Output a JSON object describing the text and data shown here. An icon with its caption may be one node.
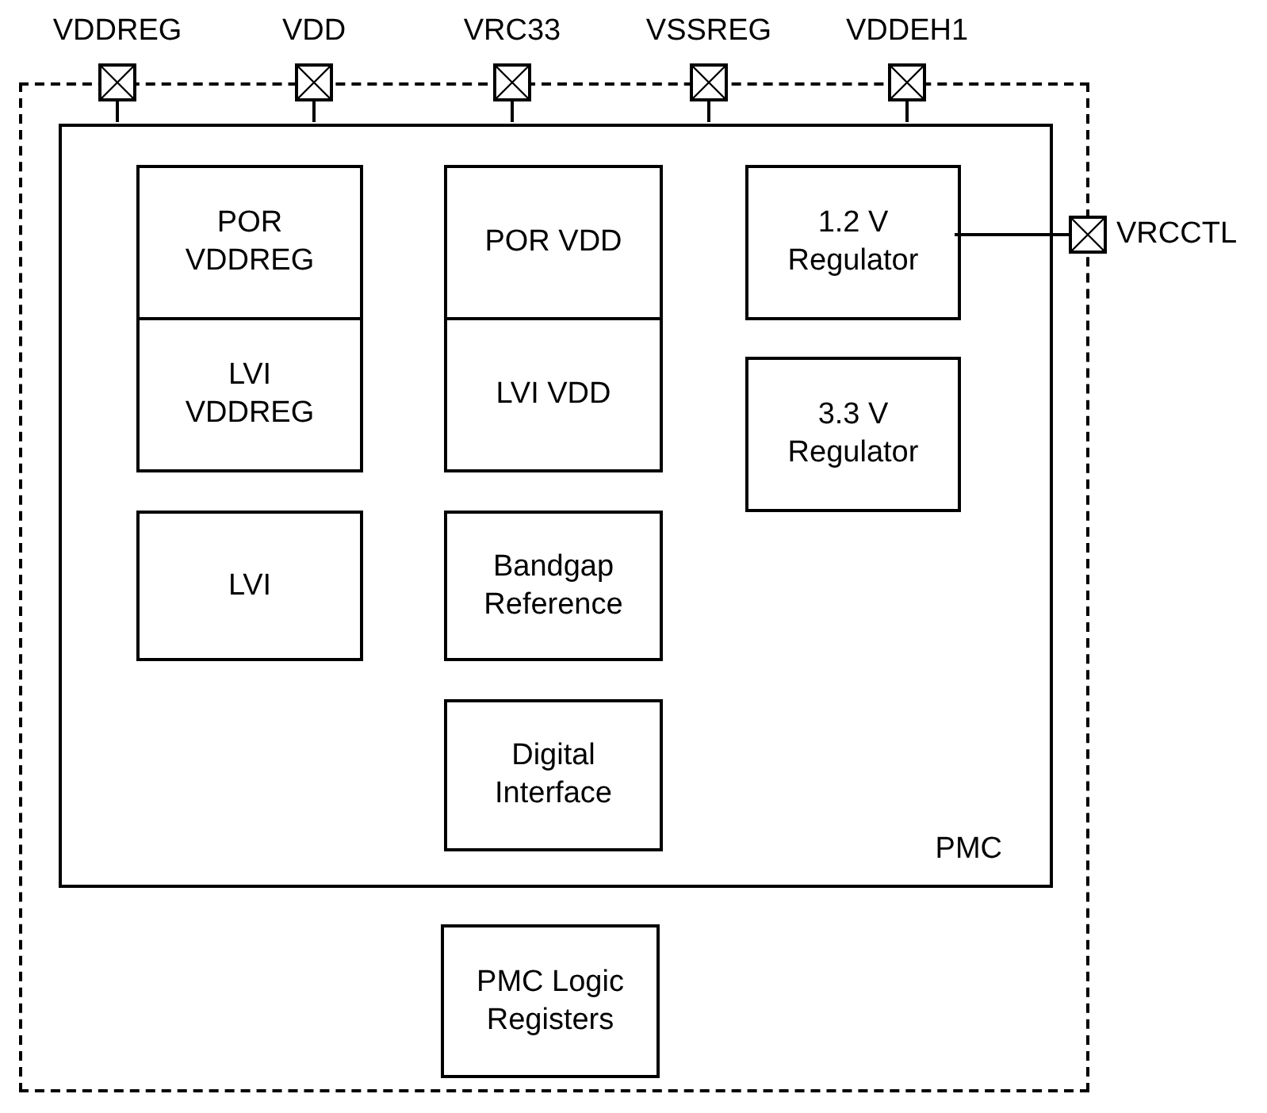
{
  "diagram": {
    "nodes": [
      {
        "text": [
          "VDDREG"
        ]
      },
      {
        "text": [
          "VDD"
        ]
      },
      {
        "text": [
          "VRC33"
        ]
      },
      {
        "text": [
          "VSSREG"
        ]
      },
      {
        "text": [
          "VDDEH1"
        ]
      },
      {
        "text": [],
        "shape": "box"
      },
      {
        "text": [
          "PMC"
        ],
        "in": 5
      },
      {
        "text": [
          "POR VDDREG"
        ],
        "in": 6
      },
      {
        "text": [
          "LVI VDDREG"
        ],
        "in": 6
      },
      {
        "text": [
          "LVI"
        ],
        "in": 6
      },
      {
        "text": [
          "POR VDD"
        ],
        "in": 6
      },
      {
        "text": [
          "LVI VDD"
        ],
        "in": 6
      },
      {
        "text": [
          "Bandgap Reference"
        ],
        "in": 6
      },
      {
        "text": [
          "Digital Interface"
        ],
        "in": 6
      },
      {
        "text": [
          "1.2 V Regulator"
        ],
        "in": 6
      },
      {
        "text": [
          "VRCCTL"
        ]
      },
      {
        "text": [
          "3.3 V Regulator"
        ],
        "in": 6
      },
      {
        "text": [
          "PMC Logic Registers"
        ],
        "in": 5
      }
    ],
    "edges": [
      {
        "from": 0,
        "to": 6,
        "arrow": "none"
      },
      {
        "from": 1,
        "to": 6,
        "arrow": "none"
      },
      {
        "from": 2,
        "to": 6,
        "arrow": "none"
      },
      {
        "from": 3,
        "to": 6,
        "arrow": "none"
      },
      {
        "from": 4,
        "to": 6,
        "arrow": "none"
      },
      {
        "from": 14,
        "to": 15,
        "arrow": "none"
      }
    ]
  }
}
